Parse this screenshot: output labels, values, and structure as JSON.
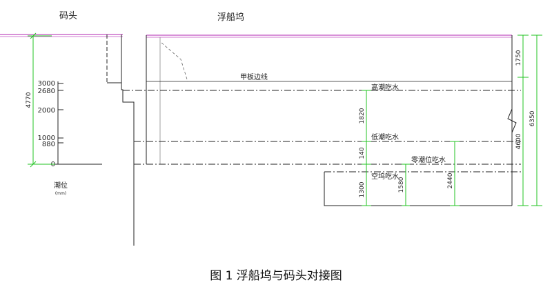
{
  "headings": {
    "wharf": "码头",
    "dock": "浮船坞"
  },
  "tide_scale": {
    "ticks": [
      "3000",
      "2680",
      "2000",
      "1000",
      "880",
      "0"
    ],
    "label": "潮位",
    "unit": "(mm)"
  },
  "levels": {
    "deck_edge": "甲板边线",
    "high_tide_draft": "高潮吃水",
    "low_tide_draft": "低潮吃水",
    "zero_tide_draft": "零潮位吃水",
    "empty_draft": "空坞吃水"
  },
  "dimensions": {
    "wharf_height": "4770",
    "dim_1820": "1820",
    "dim_140": "140",
    "dim_1300": "1300",
    "dim_1580": "1580",
    "dim_2440": "2440",
    "dim_1750": "1750",
    "dim_4600": "4600",
    "dim_6350": "6350"
  },
  "caption": "图 1  浮船坞与码头对接图",
  "colors": {
    "dimension_green": "#22c322",
    "deck_magenta": "#c04fc0",
    "line": "#222222"
  }
}
